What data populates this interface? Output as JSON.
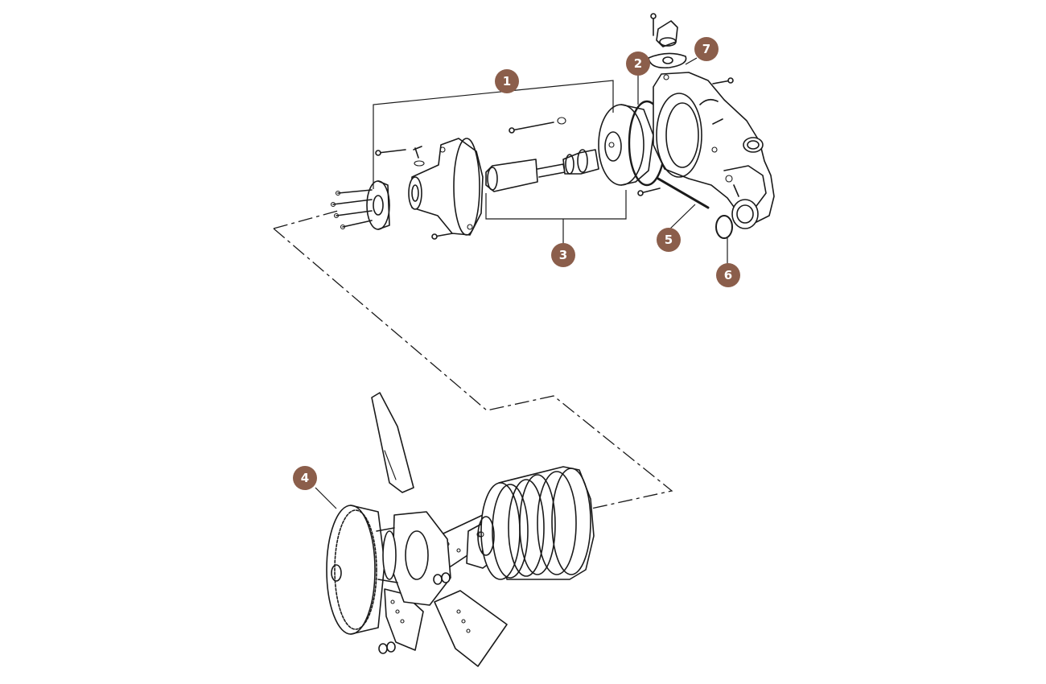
{
  "diagram": {
    "callouts": [
      {
        "id": "1",
        "label": "1"
      },
      {
        "id": "2",
        "label": "2"
      },
      {
        "id": "3",
        "label": "3"
      },
      {
        "id": "4",
        "label": "4"
      },
      {
        "id": "5",
        "label": "5"
      },
      {
        "id": "6",
        "label": "6"
      },
      {
        "id": "7",
        "label": "7"
      }
    ],
    "colors": {
      "callout_fill": "#8b5e4b",
      "callout_text": "#ffffff",
      "ink": "#1a1a1a",
      "background": "#ffffff"
    }
  }
}
